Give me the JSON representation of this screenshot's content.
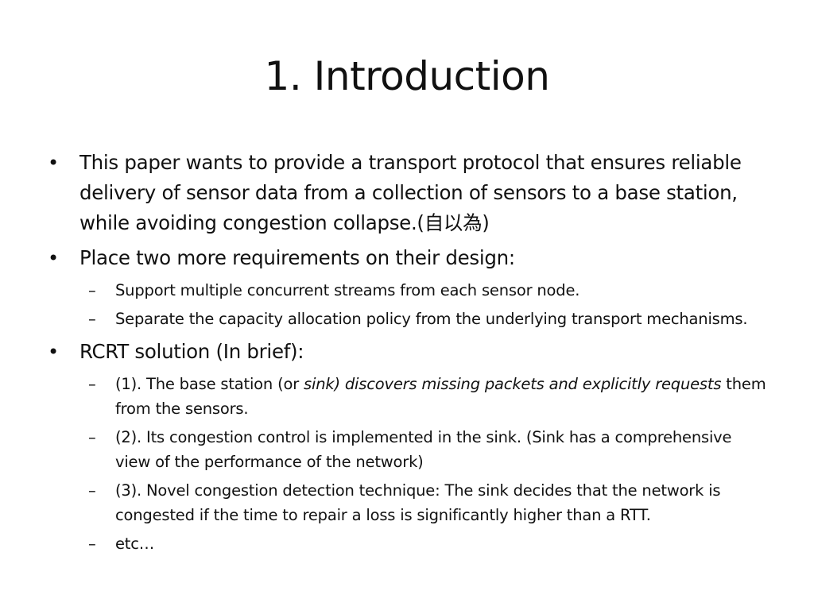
{
  "slide": {
    "title": "1. Introduction",
    "bullet_char": "•",
    "dash_char": "–",
    "items": [
      {
        "text": "This paper wants to provide a transport protocol that ensures reliable delivery of sensor data from a collection of sensors to a base station, while avoiding congestion collapse.(自以為)"
      },
      {
        "text": "Place two more requirements on their design:",
        "subitems": [
          "Support multiple concurrent streams from each sensor node.",
          "Separate the capacity allocation policy from the underlying transport mechanisms."
        ]
      },
      {
        "text": "RCRT solution (In brief):",
        "subitems": [
          {
            "pre": "(1). The base station (or ",
            "italic": "sink) discovers missing packets and explicitly requests",
            "post": " them from the sensors."
          },
          "(2). Its congestion control is implemented in the sink. (Sink has a comprehensive view of the performance of the network)",
          "(3). Novel congestion detection technique: The sink decides that the network is congested if the time to repair a loss is significantly higher than a RTT.",
          "etc…"
        ]
      }
    ]
  }
}
